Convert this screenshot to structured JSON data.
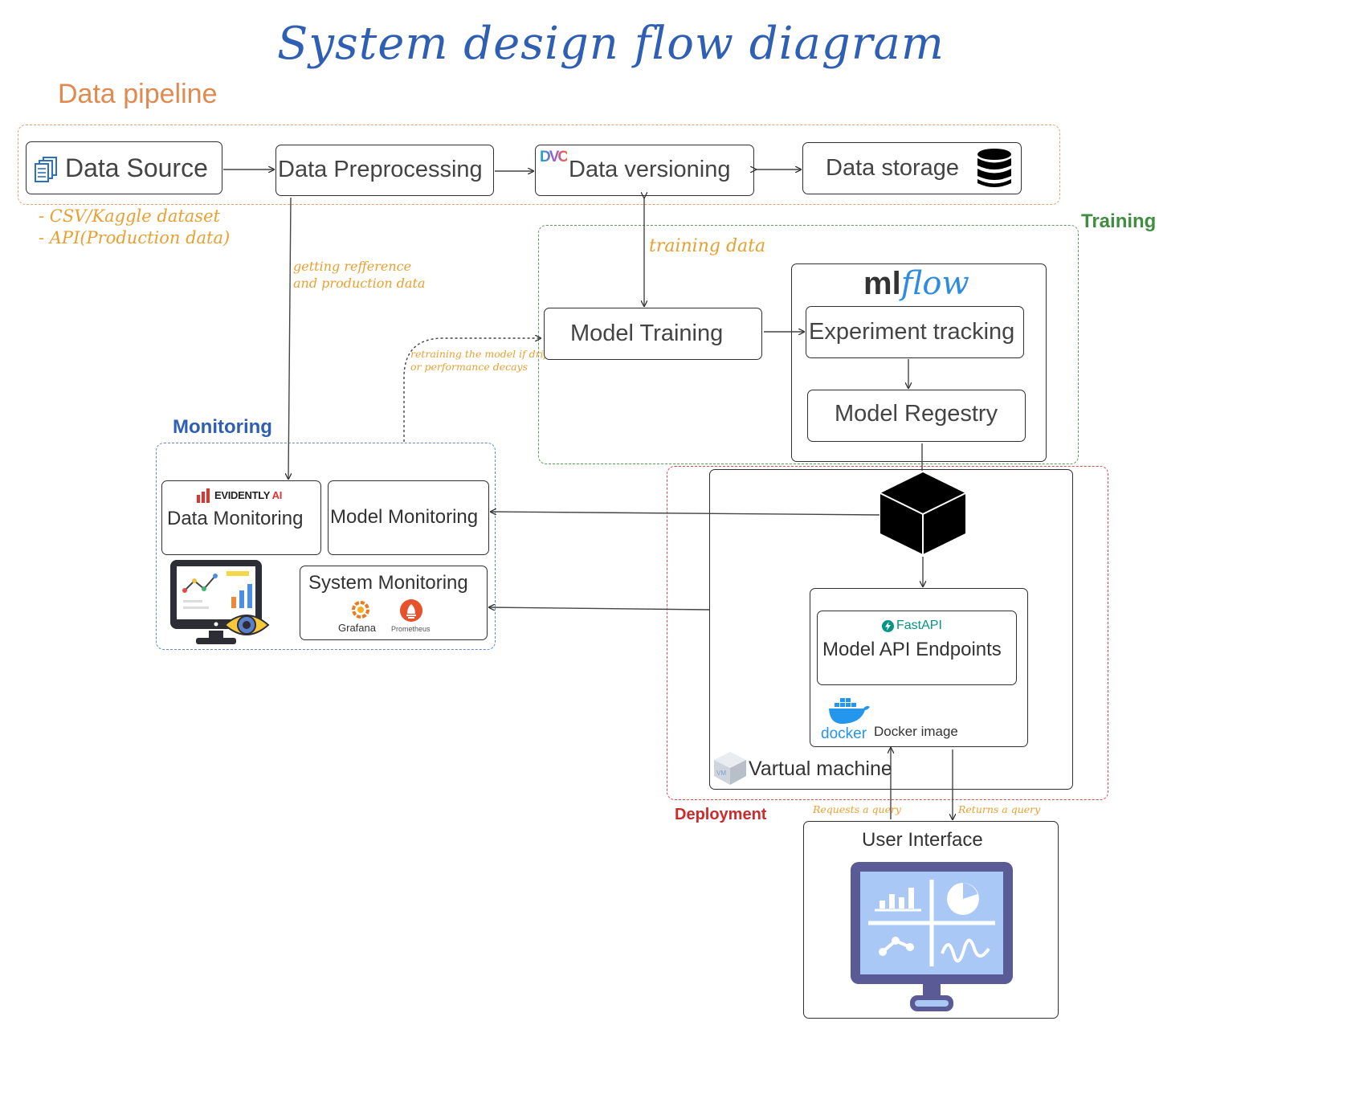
{
  "title": "System design flow diagram",
  "sections": {
    "data_pipeline": "Data pipeline",
    "training": "Training",
    "monitoring": "Monitoring",
    "deployment": "Deployment"
  },
  "nodes": {
    "data_source": "Data Source",
    "data_preprocessing": "Data Preprocessing",
    "data_versioning": "Data versioning",
    "data_storage": "Data storage",
    "model_training": "Model Training",
    "experiment_tracking": "Experiment tracking",
    "model_registry": "Model Regestry",
    "data_monitoring": "Data Monitoring",
    "model_monitoring": "Model Monitoring",
    "system_monitoring": "System Monitoring",
    "model_api": "Model API Endpoints",
    "docker_image": "Docker image",
    "virtual_machine": "Vartual machine",
    "user_interface": "User Interface"
  },
  "logos": {
    "dvc": "DVC",
    "mlflow_ml": "ml",
    "mlflow_flow": "flow",
    "evidently": "EVIDENTLY",
    "evidently_ai": "AI",
    "grafana": "Grafana",
    "prometheus": "Prometheus",
    "fastapi": "FastAPI",
    "docker": "docker",
    "vm": "VM"
  },
  "notes": {
    "sources": [
      "- CSV/Kaggle dataset",
      "- API(Production data)"
    ],
    "getting_data": [
      "getting refference",
      "and production data"
    ],
    "training_data": "training data",
    "retraining": [
      "retraining the model if drift",
      "or performance decays"
    ],
    "requests": "Requests a query",
    "returns": "Returns a query"
  },
  "colors": {
    "title": "#2f5fb3",
    "data_pipeline": "#e08a50",
    "training": "#3f8f3f",
    "monitoring": "#2f5fb3",
    "deployment": "#cc2b2b",
    "note": "#e8a030"
  },
  "icons": [
    "documents-icon",
    "database-icon",
    "container-cube-icon",
    "dashboard-monitor-icon",
    "eye-icon",
    "ui-monitor-icon",
    "docker-whale-icon",
    "vm-cube-icon",
    "grafana-icon",
    "prometheus-icon",
    "fastapi-icon"
  ]
}
